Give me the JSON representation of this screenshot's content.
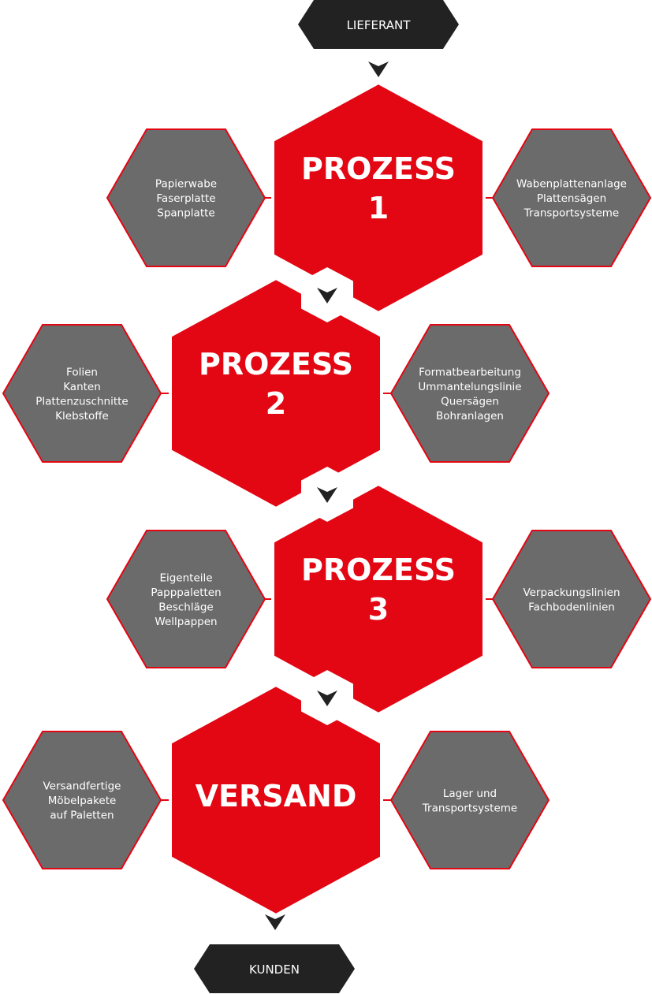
{
  "colors": {
    "red": "#e30613",
    "grey": "#6b6b6b",
    "dark": "#222222",
    "white": "#ffffff"
  },
  "start": "LIEFERANT",
  "end": "KUNDEN",
  "stages": [
    {
      "title": "PROZESS",
      "number": "1",
      "inputs": [
        "Papierwabe",
        "Faserplatte",
        "Spanplatte"
      ],
      "equipment": [
        "Wabenplattenanlage",
        "Plattensägen",
        "Transportsysteme"
      ]
    },
    {
      "title": "PROZESS",
      "number": "2",
      "inputs": [
        "Folien",
        "Kanten",
        "Plattenzuschnitte",
        "Klebstoffe"
      ],
      "equipment": [
        "Formatbearbeitung",
        "Ummantelungslinie",
        "Quersägen",
        "Bohranlagen"
      ]
    },
    {
      "title": "PROZESS",
      "number": "3",
      "inputs": [
        "Eigenteile",
        "Papppaletten",
        "Beschläge",
        "Wellpappen"
      ],
      "equipment": [
        "Verpackungslinien",
        "Fachbodenlinien"
      ]
    },
    {
      "title": "VERSAND",
      "number": "",
      "inputs": [
        "Versandfertige",
        "Möbelpakete",
        "auf Paletten"
      ],
      "equipment": [
        "Lager und",
        "Transportsysteme"
      ]
    }
  ]
}
